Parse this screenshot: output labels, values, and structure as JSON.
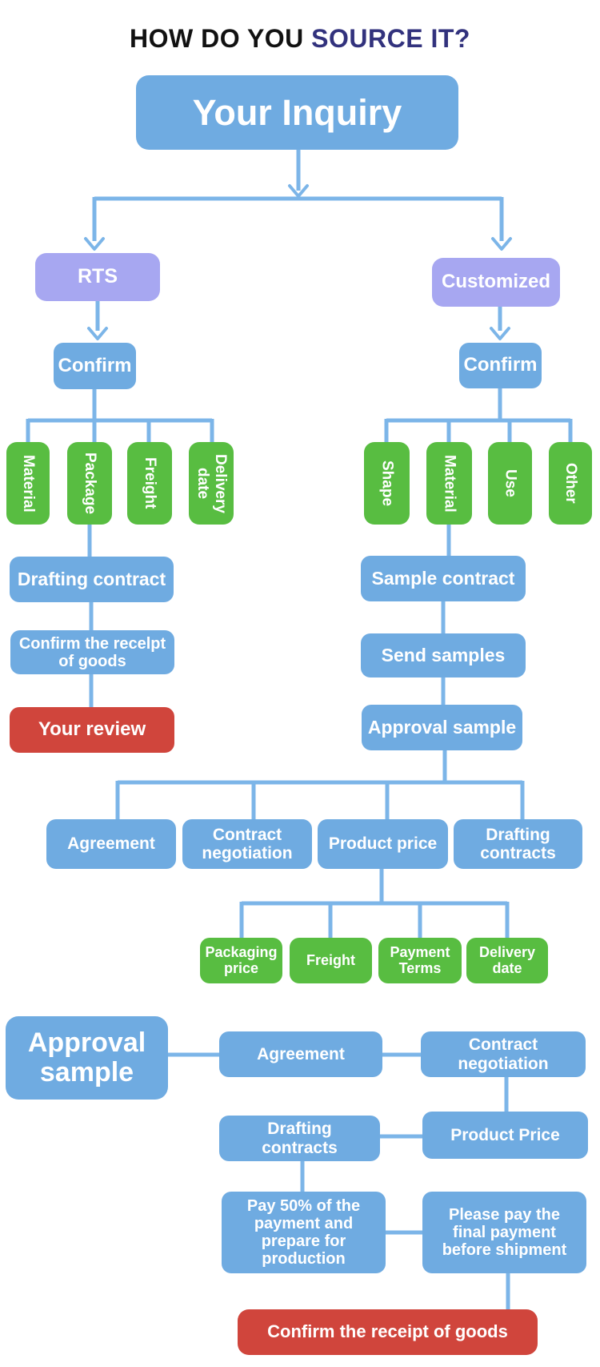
{
  "title": {
    "prefix": "HOW DO YOU ",
    "accent": "SOURCE IT?"
  },
  "colors": {
    "blue": "#6fabe1",
    "lavender": "#a7a7f1",
    "green": "#58bd41",
    "red": "#d0453c",
    "connector": "#7cb5e8",
    "title_accent": "#32327d"
  },
  "nodes": {
    "your_inquiry": "Your Inquiry",
    "rts": "RTS",
    "customized": "Customized",
    "confirm_rts": "Confirm",
    "confirm_customized": "Confirm",
    "material_rts": "Material",
    "package": "Package",
    "freight_rts": "Freight",
    "delivery_date_rts": "Delivery\ndate",
    "drafting_contract": "Drafting contract",
    "confirm_receipt_rts": "Confirm the recelpt\nof goods",
    "your_review": "Your review",
    "shape": "Shape",
    "material_custom": "Material",
    "use": "Use",
    "other": "Other",
    "sample_contract": "Sample contract",
    "send_samples": "Send samples",
    "approval_sample": "Approval sample",
    "agreement": "Agreement",
    "contract_negotiation": "Contract\nnegotiation",
    "product_price": "Product price",
    "drafting_contracts": "Drafting\ncontracts",
    "packaging_price": "Packaging\nprice",
    "freight_price": "Freight",
    "payment_terms": "Payment\nTerms",
    "delivery_date_price": "Delivery\ndate",
    "approval_sample_2": "Approval\nsample",
    "agreement_2": "Agreement",
    "contract_negotiation_2": "Contract\nnegotiation",
    "product_price_2": "Product Price",
    "drafting_contracts_2": "Drafting\ncontracts",
    "pay_50_percent": "Pay 50% of the\npayment and\nprepare for\nproduction",
    "pay_final": "Please pay the\nfinal payment\nbefore shipment",
    "confirm_receipt_final": "Confirm the receipt of goods"
  }
}
